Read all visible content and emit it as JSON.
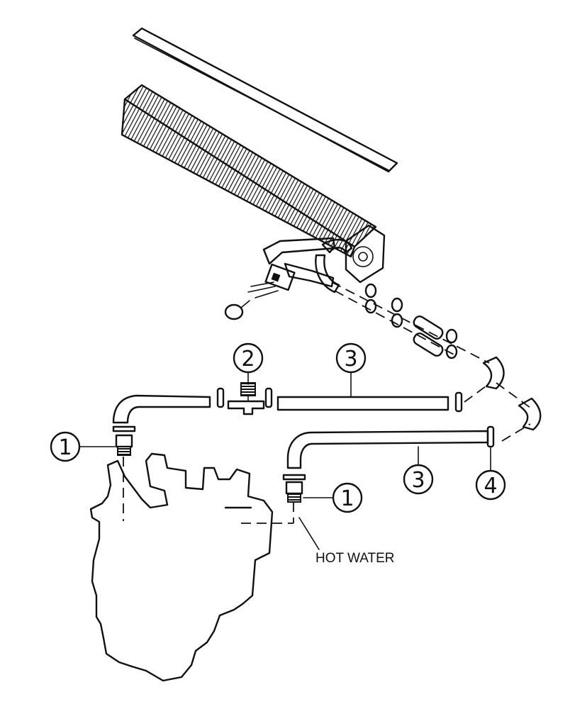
{
  "callouts": {
    "left_fitting": "1",
    "tee": "2",
    "upper_hose": "3",
    "lower_hose": "3",
    "clamp": "4",
    "right_fitting": "1"
  },
  "labels": {
    "hot_water": "HOT WATER"
  },
  "colors": {
    "line": "#111111",
    "background": "#ffffff"
  }
}
